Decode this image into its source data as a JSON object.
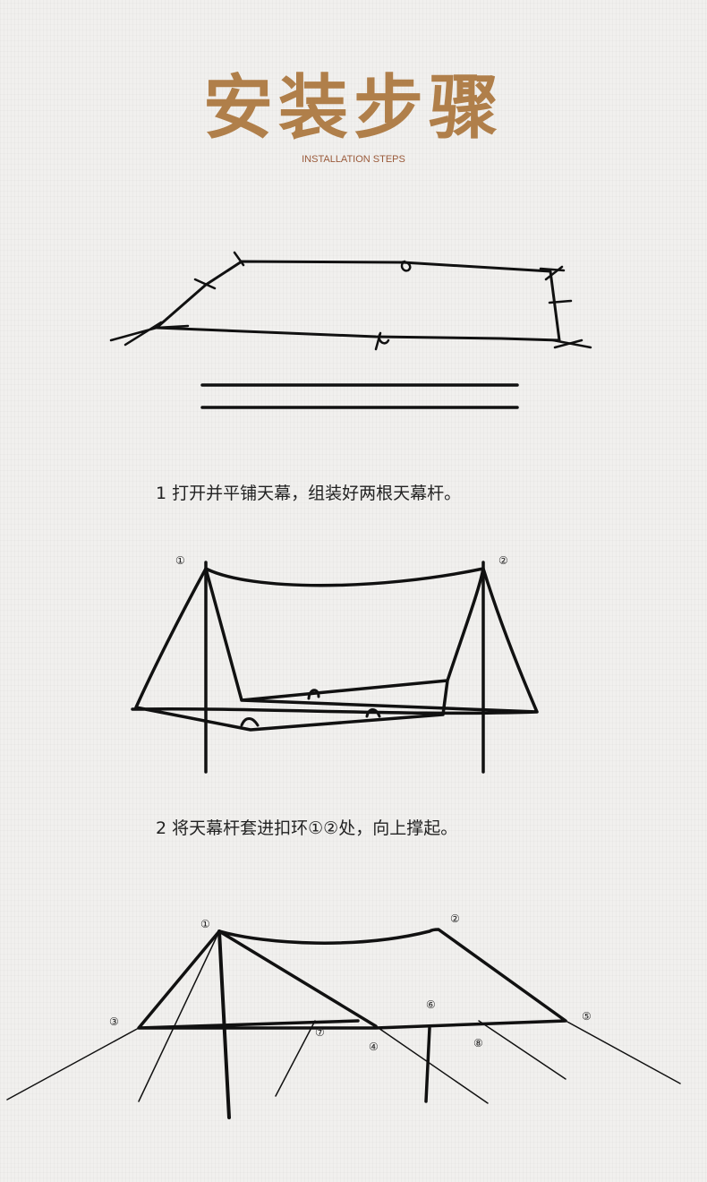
{
  "header": {
    "title": "安装步骤",
    "subtitle": "INSTALLATION STEPS"
  },
  "steps": [
    {
      "text": "1  打开并平铺天幕，组装好两根天幕杆。"
    },
    {
      "text": "2  将天幕杆套进扣环①②处，向上撑起。"
    }
  ],
  "labels": [
    "①",
    "②",
    "③",
    "④",
    "⑤",
    "⑥",
    "⑦",
    "⑧"
  ],
  "colors": {
    "title": "#b07f4a",
    "subtitle": "#9a5a3a"
  }
}
